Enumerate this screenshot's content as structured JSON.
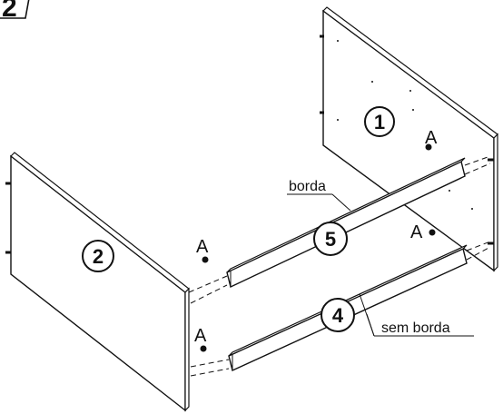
{
  "step": {
    "number": "2"
  },
  "parts": {
    "panel_right": {
      "number": "1"
    },
    "panel_left": {
      "number": "2"
    },
    "rail_top": {
      "number": "5"
    },
    "rail_bottom": {
      "number": "4"
    }
  },
  "hardware": {
    "label_a": "A"
  },
  "callouts": {
    "edged": "borda",
    "unedged": "sem borda"
  }
}
